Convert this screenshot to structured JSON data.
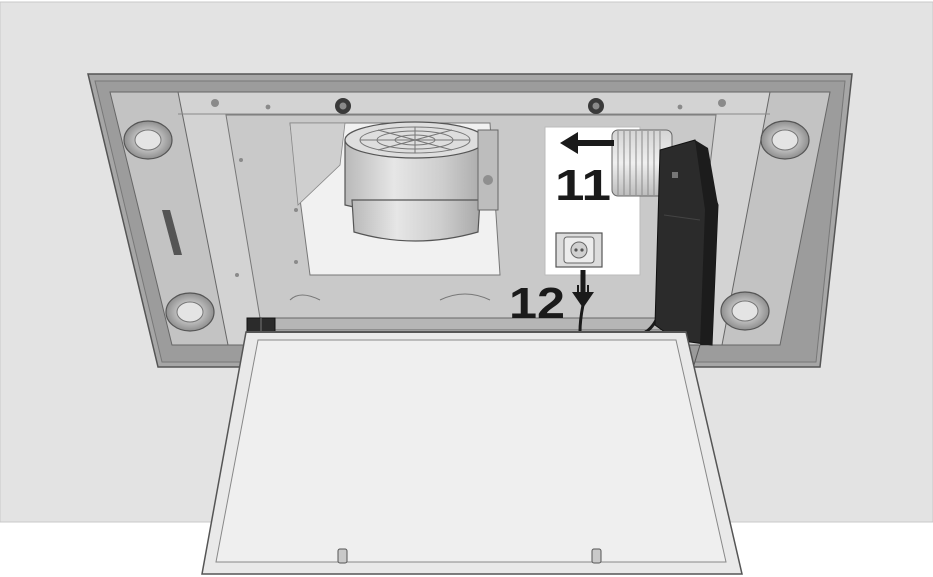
{
  "steps": [
    {
      "number": "11",
      "action": "arrow-left"
    },
    {
      "number": "12",
      "action": "arrow-down-plug"
    }
  ],
  "colors": {
    "background": "#ffffff",
    "ceiling": "#e3e3e3",
    "frame": "#a6a6a6",
    "inner_panel": "#d3d3d3",
    "opening": "#efefef",
    "motor": "#cfcfcf",
    "control_box": "#2b2b2b",
    "label_panel": "#ffffff",
    "filter_door": "#ececec",
    "ink": "#1a1a1a"
  },
  "icons": [
    "arrow-left-icon",
    "arrow-down-icon",
    "plug-icon",
    "power-socket-icon",
    "screw-icon",
    "light-spot-icon",
    "fan-motor-icon",
    "power-cable-icon"
  ]
}
